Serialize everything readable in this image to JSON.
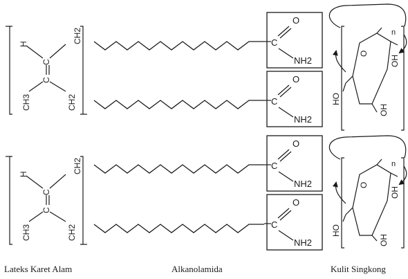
{
  "captions": {
    "latex": "Lateks Karet Alam",
    "alkanolamide": "Alkanolamida",
    "cassava": "Kulit Singkong"
  },
  "latex_unit": {
    "h": "H",
    "c_top": "C",
    "c_bottom": "C",
    "ch3": "CH3",
    "ch2_top": "CH2",
    "ch2_bottom": "CH2"
  },
  "amide_group": {
    "o": "O",
    "c": "C",
    "nh2": "NH2"
  },
  "cellulose_unit": {
    "oh_top": "OH",
    "oh_bottom": "OH",
    "ho": "HO",
    "o_ring": "O",
    "n": "n"
  },
  "colors": {
    "line": "#1a1a1a",
    "background": "#ffffff"
  }
}
